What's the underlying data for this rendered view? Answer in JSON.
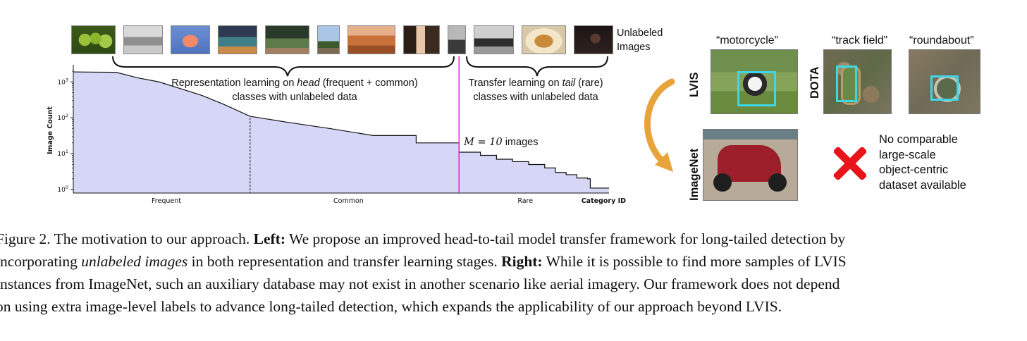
{
  "figure": {
    "unlabeled_label_line1": "Unlabeled",
    "unlabeled_label_line2": "Images",
    "head_text_pre": "Representation learning on ",
    "head_text_em": "head",
    "head_text_post": " (frequent + common)",
    "head_text_line2": "classes with unlabeled data",
    "tail_text_pre": "Transfer learning on ",
    "tail_text_em": "tail",
    "tail_text_post": " (rare)",
    "tail_text_line2": "classes with unlabeled data",
    "threshold_math": "M = 10",
    "threshold_text": " images",
    "right": {
      "quote_motorcycle": "“motorcycle”",
      "quote_track": "“track field”",
      "quote_roundabout": "“roundabout”",
      "lvis": "LVIS",
      "dota": "DOTA",
      "imagenet": "ImageNet",
      "no_line1": "No comparable",
      "no_line2": "large-scale",
      "no_line3": "object-centric",
      "no_line4": "dataset available"
    }
  },
  "chart_data": {
    "type": "area",
    "ylabel": "Image Count",
    "xlabel": "Category ID",
    "y_scale": "log",
    "ylim": [
      0.8,
      2500
    ],
    "yticks": [
      {
        "value": 1,
        "base": "10",
        "exp": "0"
      },
      {
        "value": 10,
        "base": "10",
        "exp": "1"
      },
      {
        "value": 100,
        "base": "10",
        "exp": "2"
      },
      {
        "value": 1000,
        "base": "10",
        "exp": "3"
      }
    ],
    "x_groups": [
      {
        "label": "Frequent",
        "position": 0.2
      },
      {
        "label": "Common",
        "position": 0.54
      },
      {
        "label": "Rare",
        "position": 0.87
      }
    ],
    "x_range": [
      0,
      1
    ],
    "frequent_common_split": 0.33,
    "common_rare_split": 0.72,
    "fill_color": "#d6d6f7",
    "line_color": "#111111",
    "threshold_color": "#d21fc8",
    "curve": [
      [
        0.0,
        1900
      ],
      [
        0.08,
        1850
      ],
      [
        0.12,
        1300
      ],
      [
        0.16,
        1000
      ],
      [
        0.2,
        650
      ],
      [
        0.24,
        420
      ],
      [
        0.28,
        240
      ],
      [
        0.33,
        110
      ],
      [
        0.4,
        75
      ],
      [
        0.48,
        50
      ],
      [
        0.56,
        32
      ],
      [
        0.64,
        20
      ],
      [
        0.72,
        11
      ],
      [
        0.76,
        9
      ],
      [
        0.79,
        7
      ],
      [
        0.82,
        6
      ],
      [
        0.85,
        5
      ],
      [
        0.88,
        4
      ],
      [
        0.9,
        3
      ],
      [
        0.92,
        2.6
      ],
      [
        0.94,
        2.1
      ],
      [
        0.96,
        2.0
      ],
      [
        0.965,
        1.1
      ],
      [
        1.0,
        1.1
      ]
    ]
  },
  "caption": {
    "line1_a": "Figure 2. The motivation to our approach. ",
    "line1_b": "Left:",
    "line1_c": " We propose an improved head-to-tail model transfer framework for long-tailed detection by",
    "line2_a": "incorporating ",
    "line2_b": "unlabeled images",
    "line2_c": " in both representation and transfer learning stages. ",
    "line2_d": "Right:",
    "line2_e": " While it is possible to find more samples of LVIS",
    "line3": "instances from ImageNet, such an auxiliary database may not exist in another scenario like aerial imagery. Our framework does not depend",
    "line4": "on using extra image-level labels to advance long-tailed detection, which expands the applicability of our approach beyond LVIS."
  },
  "colors": {
    "arrow": "#e8a33a",
    "cross": "#e8141c",
    "box": "#3fd6e8"
  }
}
